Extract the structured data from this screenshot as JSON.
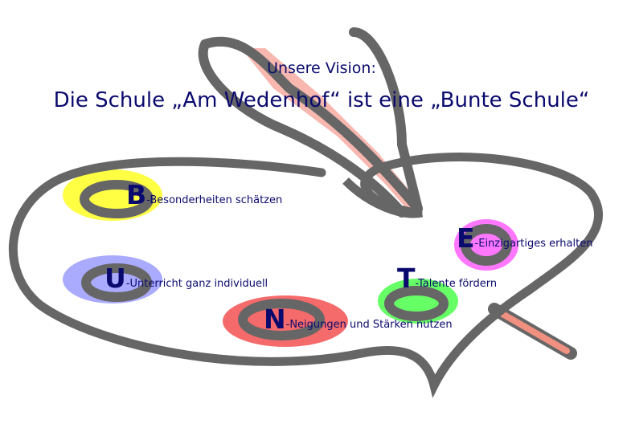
{
  "title": {
    "line1": "Unsere Vision:",
    "line2": "Die Schule „Am Wedenhof“ ist eine „Bunte Schule“"
  },
  "items": [
    {
      "letter": "B",
      "text": "-Besonderheiten schätzen",
      "color": "#ffff44"
    },
    {
      "letter": "U",
      "text": "-Unterricht ganz individuell",
      "color": "#aaaaff"
    },
    {
      "letter": "N",
      "text": "-Neigungen und Stärken nutzen",
      "color": "#f56a6a"
    },
    {
      "letter": "T",
      "text": "-Talente fördern",
      "color": "#66ff66"
    },
    {
      "letter": "E",
      "text": "-Einzigartiges erhalten",
      "color": "#ff77ff"
    }
  ],
  "colors": {
    "text": "#0a0a6e",
    "outline": "#666666",
    "brush": "#f8b8b0"
  }
}
